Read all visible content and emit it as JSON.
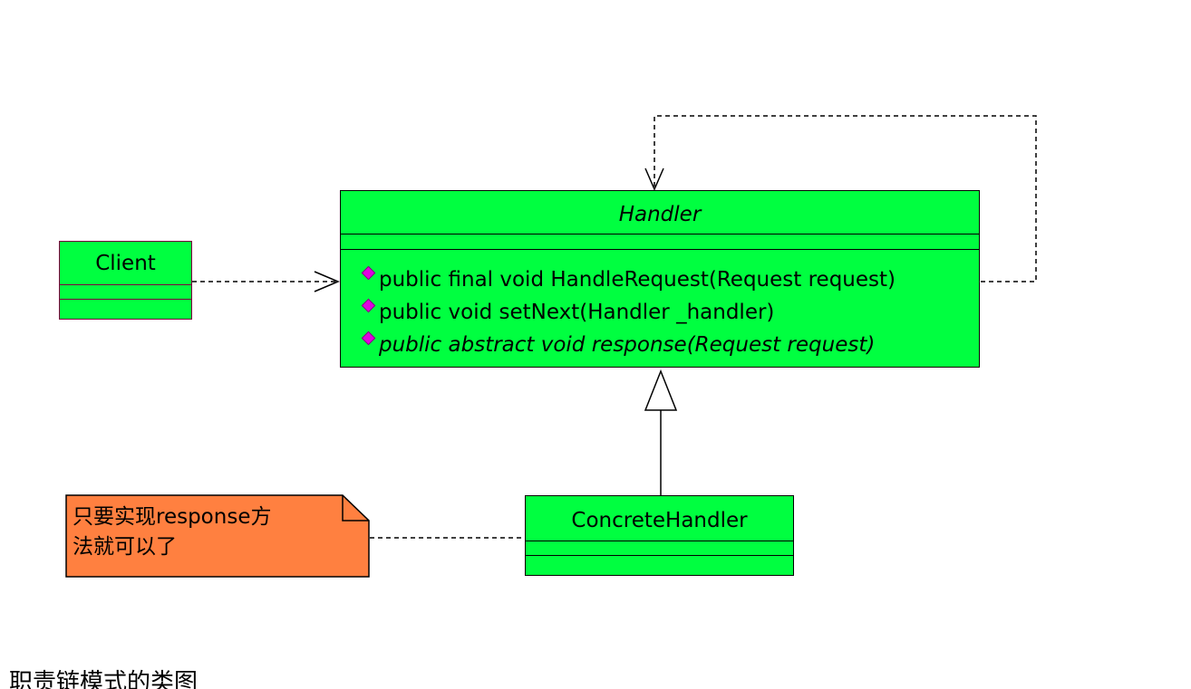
{
  "classes": {
    "handler": {
      "name": "Handler",
      "operations": [
        "public final void HandleRequest(Request request)",
        "public void setNext(Handler _handler)",
        "public abstract void response(Request request)"
      ]
    },
    "client": {
      "name": "Client"
    },
    "concrete_handler": {
      "name": "ConcreteHandler"
    }
  },
  "note": {
    "line1": "只要实现response方",
    "line2": "法就可以了"
  },
  "caption": "职责链模式的类图",
  "colors": {
    "class_fill": "#00ff40",
    "note_fill": "#ff8040",
    "operation_icon": "#e000e0"
  }
}
